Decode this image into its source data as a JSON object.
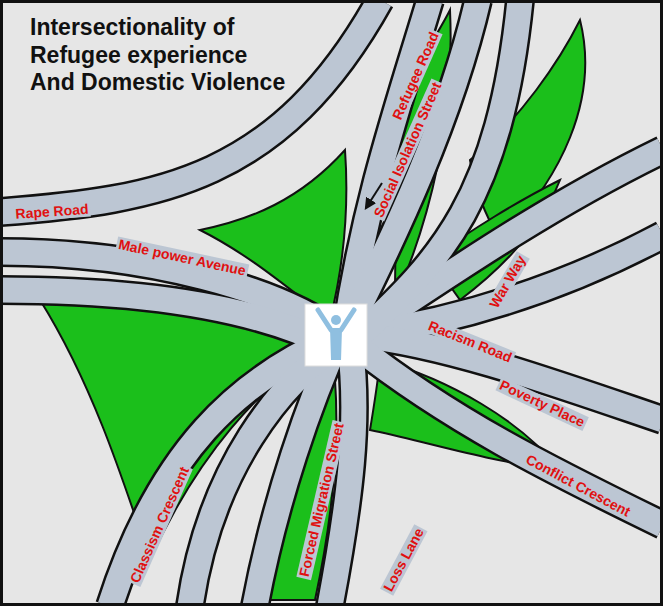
{
  "diagram": {
    "title": "Intersectionality of Refugee experience And Domestic Violence",
    "labels": [
      "Rape Road",
      "Male power Avenue",
      "Refugee Road",
      "Social Isolation Street",
      "War Way",
      "Racism Road",
      "Poverty Place",
      "Conflict Crescent",
      "Loss Lane",
      "Forced Migration Street",
      "Classism Crescent"
    ]
  }
}
